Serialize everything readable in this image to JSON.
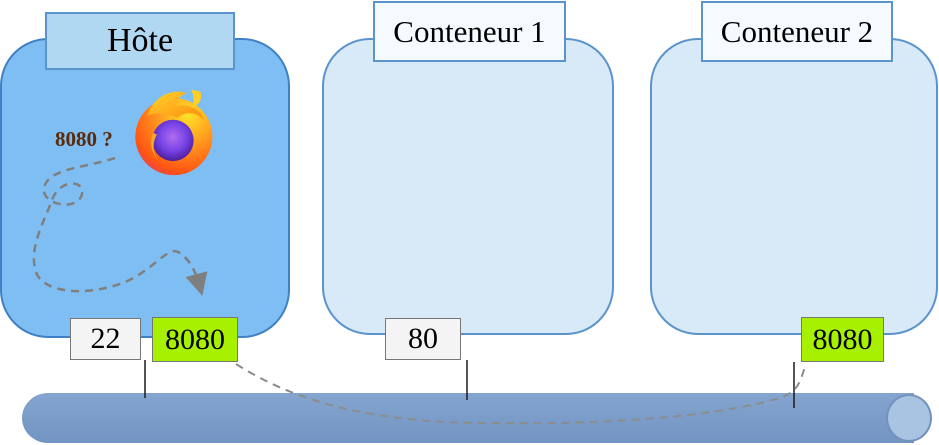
{
  "diagram": {
    "host": {
      "title": "Hôte",
      "browser_query": "8080 ?",
      "port_plain": "22",
      "port_highlight": "8080"
    },
    "container1": {
      "title": "Conteneur 1",
      "port_plain": "80"
    },
    "container2": {
      "title": "Conteneur 2",
      "port_highlight": "8080"
    },
    "icons": {
      "browser": "firefox-icon"
    },
    "colors": {
      "host_fill": "#7fbef2",
      "host_border": "#4080c6",
      "host_title_fill": "#b0d8f3",
      "container_fill": "#d8e9f8",
      "container_border": "#5b94cc",
      "container_title_fill": "#f4fafe",
      "port_plain_fill": "#f4f4f4",
      "port_highlight_fill": "#a6f000",
      "pipe_fill": "#7b9cc8",
      "pipe_cap_fill": "#a9c3e2",
      "dashed_line": "#8c8c8c",
      "query_text": "#5a2a0a"
    }
  }
}
